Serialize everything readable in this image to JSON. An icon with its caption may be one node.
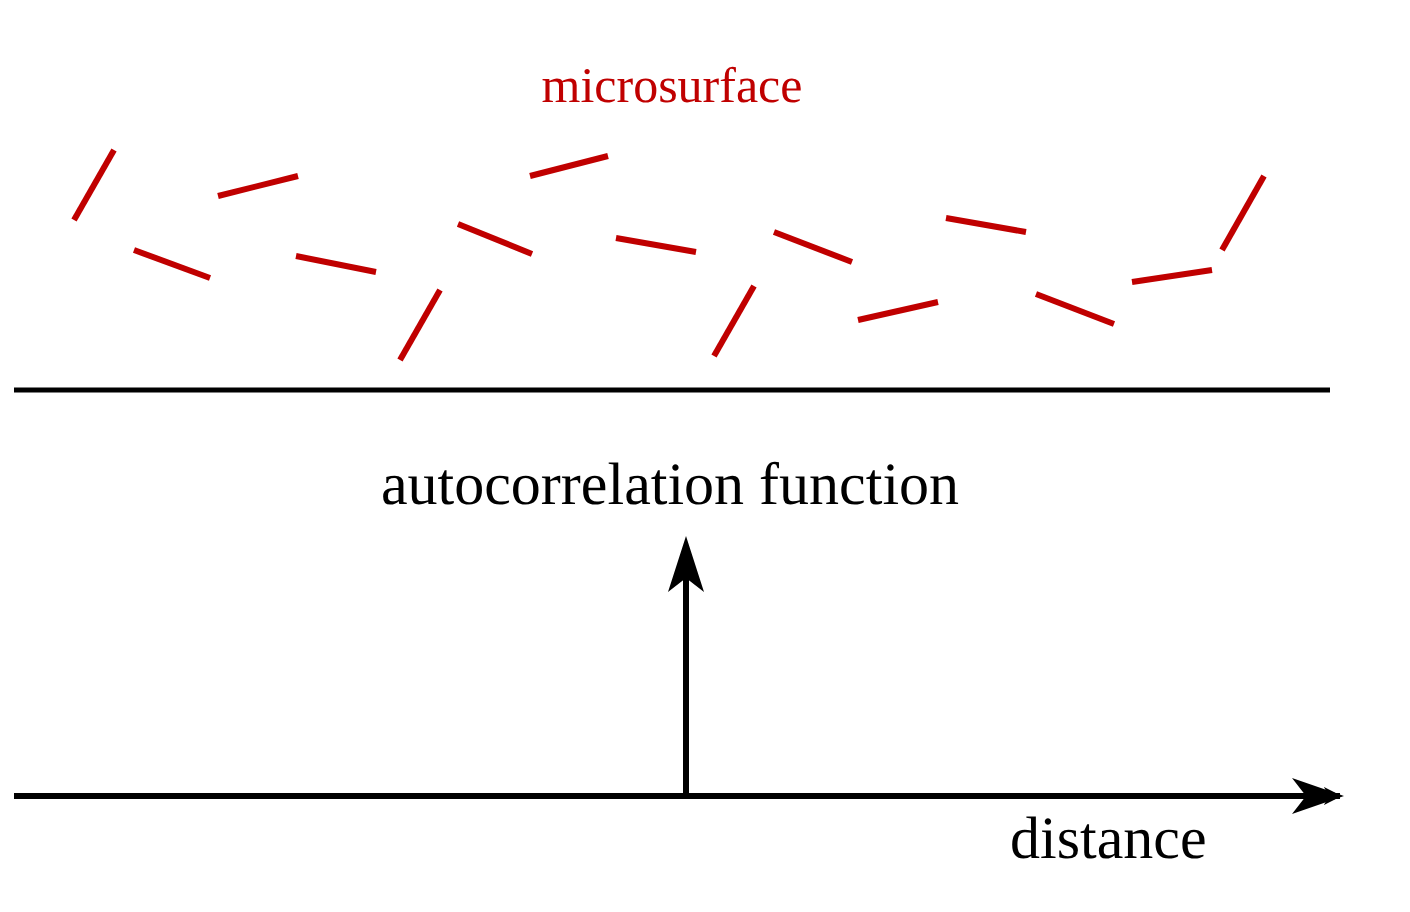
{
  "diagram": {
    "labels": [
      "microsurface",
      "autocorrelation function",
      "distance"
    ]
  }
}
